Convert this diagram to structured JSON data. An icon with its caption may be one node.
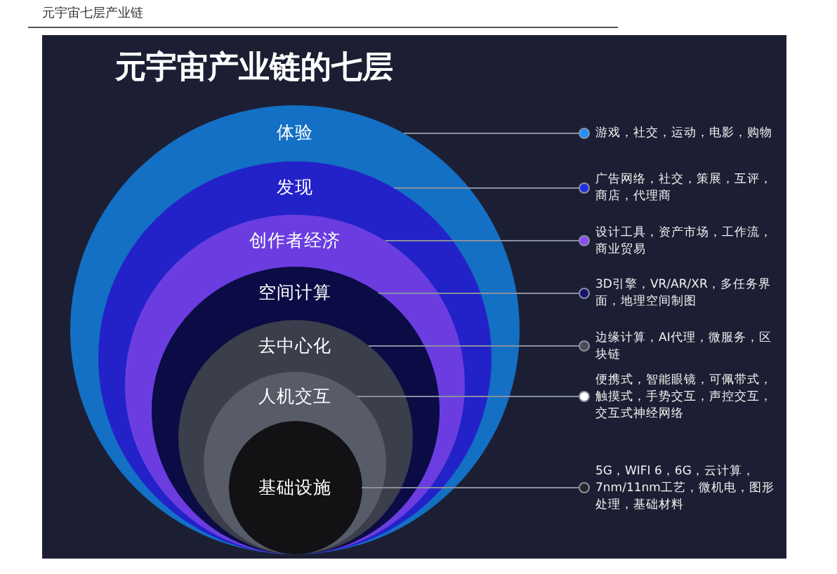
{
  "diagram": {
    "title": "元宇宙产业链的七层",
    "nodes": [
      {
        "text": [
          "体验"
        ]
      },
      {
        "text": [
          "发现"
        ],
        "in": 0
      },
      {
        "text": [
          "创作者经济"
        ],
        "in": 1
      },
      {
        "text": [
          "空间计算"
        ],
        "in": 2
      },
      {
        "text": [
          "去中心化"
        ],
        "in": 3
      },
      {
        "text": [
          "人机交互"
        ],
        "in": 4
      },
      {
        "text": [
          "基础设施"
        ],
        "in": 5
      },
      {
        "text": [
          "游戏，社交，运动，电影，购物"
        ]
      },
      {
        "text": [
          "广告网络，社交，策展，互评，商店，代理商"
        ]
      },
      {
        "text": [
          "设计工具，资产市场，工作流，商业贸易"
        ]
      },
      {
        "text": [
          "3D引擎，VR/AR/XR，多任务界面，地理空间制图"
        ]
      },
      {
        "text": [
          "边缘计算，AI代理，微服务，区块链"
        ]
      },
      {
        "text": [
          "便携式，智能眼镜，可佩带式，触摸式，手势交互，声控交互，交互式神经网络"
        ]
      },
      {
        "text": [
          "5G，WIFI 6，6G，云计算，7nm/11nm工艺，微机电，图形处理，基础材料"
        ]
      }
    ],
    "edges": [
      {
        "from": 0,
        "to": 7,
        "arrow": "other"
      },
      {
        "from": 1,
        "to": 8,
        "arrow": "other"
      },
      {
        "from": 2,
        "to": 9,
        "arrow": "other"
      },
      {
        "from": 3,
        "to": 10,
        "arrow": "other"
      },
      {
        "from": 4,
        "to": 11,
        "arrow": "other"
      },
      {
        "from": 5,
        "to": 12,
        "arrow": "other"
      },
      {
        "from": 6,
        "to": 13,
        "arrow": "other"
      }
    ],
    "labels": [
      "元宇宙七层产业链"
    ]
  }
}
